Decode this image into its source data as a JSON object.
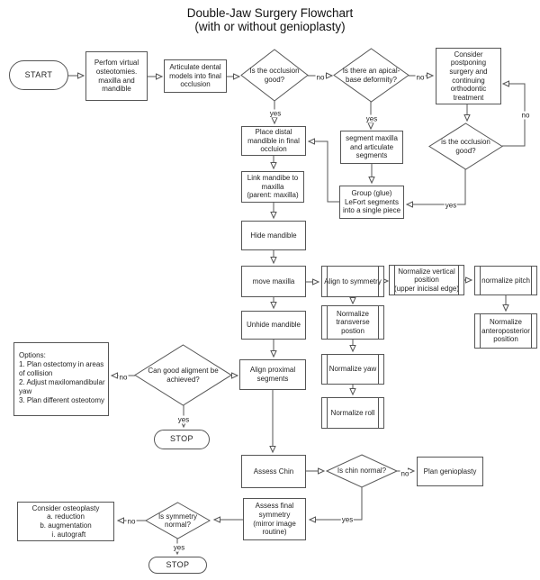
{
  "title": {
    "line1": "Double-Jaw Surgery Flowchart",
    "line2": "(with or without genioplasty)"
  },
  "edge_labels": {
    "yes": "yes",
    "no": "no"
  },
  "nodes": {
    "start": {
      "type": "terminator",
      "label": "START"
    },
    "virtual_osteotomies": {
      "type": "process",
      "label": "Perfom virtual\nosteotomies.\nmaxilla and\nmandible"
    },
    "articulate_models": {
      "type": "process",
      "label": "Articulate dental\nmodels into final\nocclusion"
    },
    "occlusion_good_1": {
      "type": "decision",
      "label": "Is the occlusion\ngood?"
    },
    "apical_deformity": {
      "type": "decision",
      "label": "Is there an apical-\nbase deformity?"
    },
    "postpone_surgery": {
      "type": "process",
      "label": "Consider\npostponing\nsurgery and\ncontinuing\northodontic\ntreatment"
    },
    "place_distal": {
      "type": "process",
      "label": "Place distal\nmandible in final\noccluion"
    },
    "segment_maxilla": {
      "type": "process",
      "label": "segment maxilla\nand articulate\nsegments"
    },
    "occlusion_good_2": {
      "type": "decision",
      "label": "is the occlusion\ngood?"
    },
    "link_mandible": {
      "type": "process",
      "label": "Link mandibe to\nmaxilla\n(parent: maxilla)"
    },
    "group_lefort": {
      "type": "process",
      "label": "Group (glue)\nLeFort segments\ninto a single piece"
    },
    "hide_mandible": {
      "type": "process",
      "label": "Hide mandible"
    },
    "move_maxilla": {
      "type": "process",
      "label": "move maxilla"
    },
    "align_to_symmetry": {
      "type": "subprocess",
      "label": "Align to symmetry"
    },
    "normalize_vertical": {
      "type": "subprocess",
      "label": "Normalize vertical\nposition\n(upper inicisal edge)"
    },
    "normalize_pitch": {
      "type": "subprocess",
      "label": "normalize pitch"
    },
    "normalize_transverse": {
      "type": "subprocess",
      "label": "Normalize\ntransverse\npostion"
    },
    "normalize_anteroposterior": {
      "type": "subprocess",
      "label": "Normalize\nanteroposterior\nposition"
    },
    "unhide_mandible": {
      "type": "process",
      "label": "Unhide mandible"
    },
    "normalize_yaw": {
      "type": "subprocess",
      "label": "Normalize yaw"
    },
    "normalize_roll": {
      "type": "subprocess",
      "label": "Normalize roll"
    },
    "options": {
      "type": "process",
      "label": "Options:\n1. Plan ostectomy in areas\nof collision\n2. Adjust maxilomandibular\nyaw\n3. Plan different osteotomy"
    },
    "good_alignment": {
      "type": "decision",
      "label": "Can good aligment be\nachieved?"
    },
    "align_proximal": {
      "type": "process",
      "label": "Align proximal\nsegments"
    },
    "stop_1": {
      "type": "terminator",
      "label": "STOP"
    },
    "assess_chin": {
      "type": "process",
      "label": "Assess Chin"
    },
    "chin_normal": {
      "type": "decision",
      "label": "Is chin normal?"
    },
    "plan_genioplasty": {
      "type": "process",
      "label": "Plan genioplasty"
    },
    "consider_osteoplasty": {
      "type": "process",
      "label": "Consider osteoplasty\na. reduction\nb. augmentation\n   i. autograft"
    },
    "symmetry_normal": {
      "type": "decision",
      "label": "Is symmetry\nnormal?"
    },
    "assess_final": {
      "type": "process",
      "label": "Assess final\nsymmetry\n(mirror image\nroutine)"
    },
    "stop_2": {
      "type": "terminator",
      "label": "STOP"
    }
  }
}
